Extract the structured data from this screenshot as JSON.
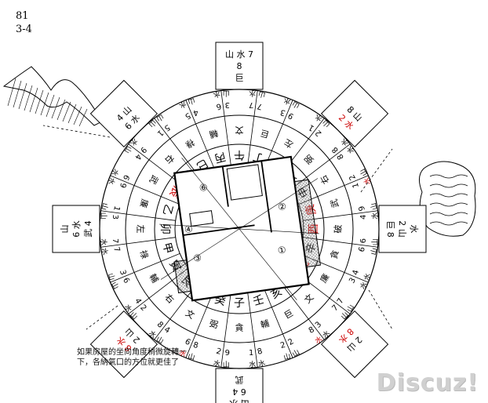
{
  "header": {
    "line1": "81",
    "line2": "3-4"
  },
  "caption": "如果房屋的坐向角度稍微旋轉一下，各納氣口的方位就更佳了",
  "watermark": "Discuz!",
  "colors": {
    "ink": "#000000",
    "red": "#cc0000",
    "blue": "#1f2d9c",
    "hatch": "#888888"
  },
  "compass": {
    "inner_ring": [
      "子",
      "癸",
      "丑",
      "艮",
      "寅",
      "甲",
      "卯",
      "乙",
      "辰",
      "巽",
      "巳",
      "丙",
      "午",
      "丁",
      "未",
      "坤",
      "申",
      "庚",
      "酉",
      "辛",
      "戌",
      "乾",
      "亥",
      "壬"
    ],
    "mid_ring": [
      "貪",
      "弼",
      "文",
      "右",
      "輔",
      "祿",
      "左",
      "廉",
      "武",
      "右",
      "祿",
      "輔",
      "文",
      "巨",
      "左",
      "弼",
      "右",
      "武",
      "破",
      "貪",
      "廉",
      "文",
      "巨",
      "輔"
    ],
    "outer_ring": [
      "1 9 水山",
      "2 8 水山",
      "6 4 水山",
      "8 2 水山",
      "4 6 水山",
      "3 7 山水",
      "7 3 水山",
      "1 9 山水",
      "6 4 水山",
      "9 1 水山",
      "5 5 山水",
      "4 6 山水",
      "3 7 山水",
      "7 3 山水",
      "9 1 山水",
      "2 8 山水",
      "8 2 水山",
      "1 9 水山",
      "4 6 水山",
      "6 4 山水",
      "3 7 水山",
      "7 3 山水",
      "8 2 水山",
      "2 8 山水"
    ],
    "red_marks": [
      "庚",
      "酉",
      "戌",
      "乾",
      "辰",
      "8 水",
      "6 水"
    ],
    "blue_marks": [
      "巽",
      "8"
    ],
    "tab_labels": {
      "top": [
        "巨",
        "8",
        "山 水 7"
      ],
      "bottom": [
        "武",
        "6 4",
        "山 水"
      ],
      "left": [
        "武 4",
        "6 水",
        "山"
      ],
      "right": [
        "巨 8",
        "2 山",
        "水"
      ],
      "upper_left": [
        "6 水",
        "4 山"
      ],
      "upper_right": [
        "2 水",
        "8 山"
      ],
      "lower_left": [
        "2 山",
        "8 水"
      ],
      "lower_right": [
        "8 水",
        "2 山"
      ]
    }
  },
  "rooms": [
    "①",
    "②",
    "③",
    "④",
    "⑥"
  ]
}
